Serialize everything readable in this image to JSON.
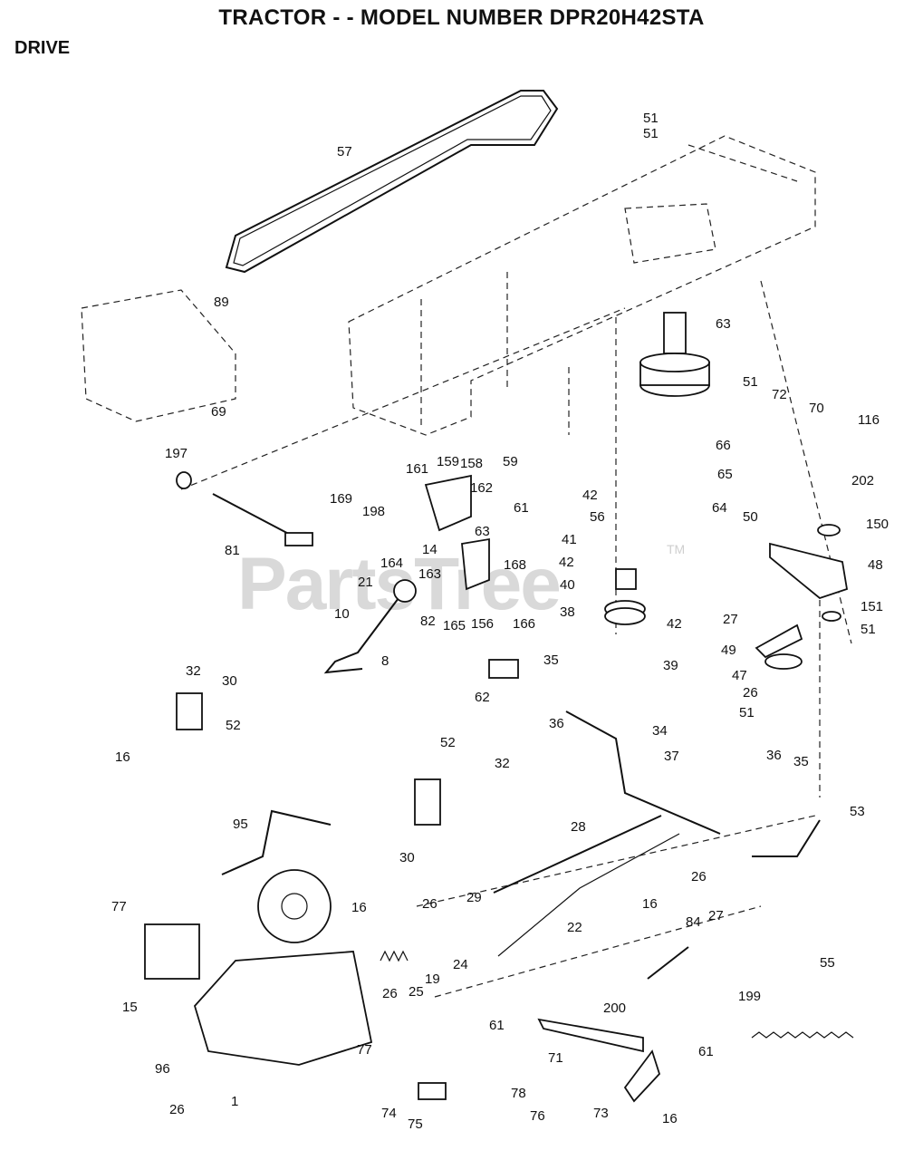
{
  "header": {
    "title": "TRACTOR - - MODEL NUMBER DPR20H42STA",
    "section": "DRIVE"
  },
  "watermark": {
    "text": "PartsTree",
    "tm": "TM"
  },
  "callouts": [
    "57",
    "51",
    "51",
    "89",
    "63",
    "51",
    "72",
    "70",
    "116",
    "69",
    "197",
    "159",
    "158",
    "161",
    "162",
    "169",
    "198",
    "59",
    "66",
    "65",
    "61",
    "42",
    "56",
    "64",
    "202",
    "50",
    "150",
    "81",
    "14",
    "163",
    "63",
    "41",
    "42",
    "48",
    "164",
    "21",
    "168",
    "40",
    "10",
    "82",
    "165",
    "156",
    "166",
    "38",
    "42",
    "27",
    "151",
    "51",
    "8",
    "49",
    "47",
    "39",
    "26",
    "51",
    "32",
    "30",
    "52",
    "16",
    "62",
    "35",
    "36",
    "34",
    "37",
    "52",
    "32",
    "36",
    "35",
    "53",
    "95",
    "30",
    "28",
    "26",
    "29",
    "27",
    "16",
    "26",
    "22",
    "16",
    "84",
    "77",
    "24",
    "19",
    "25",
    "26",
    "55",
    "15",
    "199",
    "61",
    "200",
    "71",
    "61",
    "77",
    "96",
    "78",
    "1",
    "26",
    "74",
    "75",
    "76",
    "73",
    "16"
  ]
}
